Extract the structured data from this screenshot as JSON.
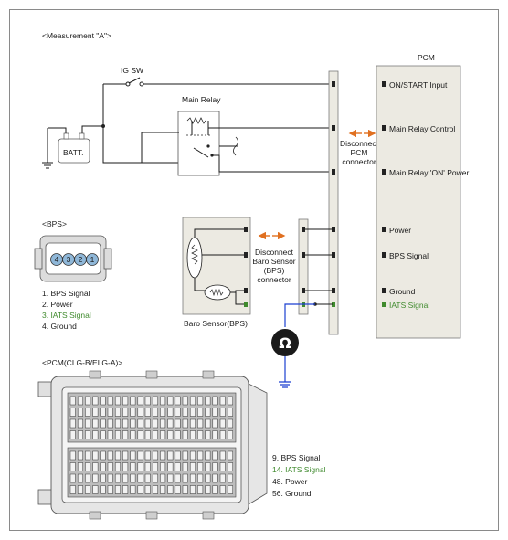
{
  "title": "<Measurement \"A\">",
  "ig_switch": "IG SW",
  "battery": "BATT.",
  "main_relay": "Main Relay",
  "disconnect_pcm": [
    "Disconnect",
    "PCM",
    "connector"
  ],
  "disconnect_bps": [
    "Disconnect",
    "Baro Sensor",
    "(BPS)",
    "connector"
  ],
  "baro_sensor": "Baro Sensor(BPS)",
  "pcm": {
    "title": "PCM",
    "pins": [
      "ON/START Input",
      "Main Relay Control",
      "Main Relay 'ON' Power",
      "Power",
      "BPS Signal",
      "Ground",
      "IATS Signal"
    ]
  },
  "bps_section": {
    "title": "<BPS>",
    "connector_pins": [
      "4",
      "3",
      "2",
      "1"
    ],
    "pin_list": [
      "1. BPS Signal",
      "2. Power",
      "3. IATS Signal",
      "4. Ground"
    ]
  },
  "pcm_section": {
    "title": "<PCM(CLG-B/ELG-A)>",
    "pin_list": [
      "9. BPS Signal",
      "14. IATS Signal",
      "48. Power",
      "56. Ground"
    ]
  },
  "meter_symbol": "Ω",
  "colors": {
    "highlight": "#3f8a2d",
    "arrow": "#e07020",
    "meter_lead": "#1a3fd0"
  }
}
